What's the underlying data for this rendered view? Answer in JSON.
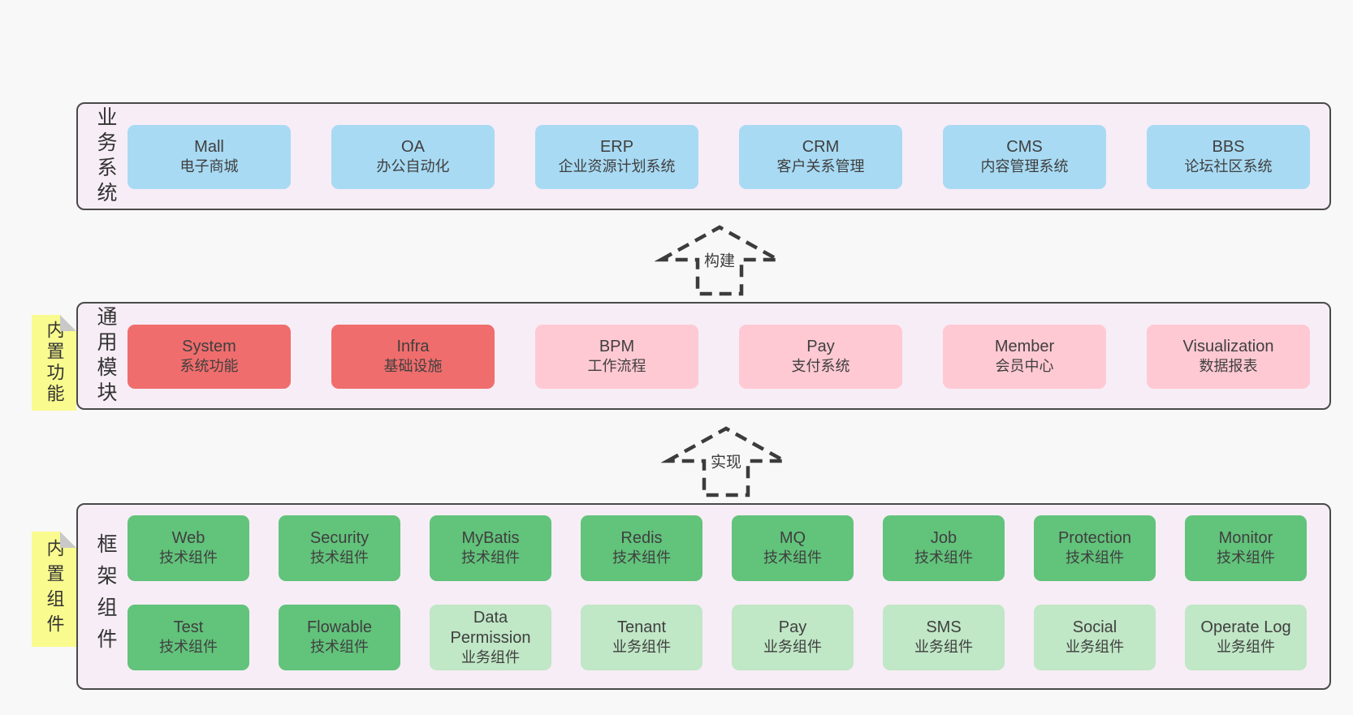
{
  "colors": {
    "page_bg": "#f8f8f8",
    "layer_bg": "#f7edf6",
    "layer_border": "#4a4a4a",
    "blue": "#a8daf3",
    "red": "#f06d6d",
    "pink": "#ffc9d3",
    "green": "#62c37b",
    "green_light": "#c0e7c6",
    "note_bg": "#fafb8f",
    "note_fold": "#c9c9c9"
  },
  "arrows": [
    {
      "label": "构建"
    },
    {
      "label": "实现"
    }
  ],
  "layers": {
    "business": {
      "side_label": "业务系统",
      "boxes": [
        {
          "title": "Mall",
          "subtitle": "电子商城",
          "variant": "blue"
        },
        {
          "title": "OA",
          "subtitle": "办公自动化",
          "variant": "blue"
        },
        {
          "title": "ERP",
          "subtitle": "企业资源计划系统",
          "variant": "blue"
        },
        {
          "title": "CRM",
          "subtitle": "客户关系管理",
          "variant": "blue"
        },
        {
          "title": "CMS",
          "subtitle": "内容管理系统",
          "variant": "blue"
        },
        {
          "title": "BBS",
          "subtitle": "论坛社区系统",
          "variant": "blue"
        }
      ]
    },
    "modules": {
      "side_label": "通用模块",
      "note": "内置功能",
      "boxes": [
        {
          "title": "System",
          "subtitle": "系统功能",
          "variant": "red"
        },
        {
          "title": "Infra",
          "subtitle": "基础设施",
          "variant": "red"
        },
        {
          "title": "BPM",
          "subtitle": "工作流程",
          "variant": "pink"
        },
        {
          "title": "Pay",
          "subtitle": "支付系统",
          "variant": "pink"
        },
        {
          "title": "Member",
          "subtitle": "会员中心",
          "variant": "pink"
        },
        {
          "title": "Visualization",
          "subtitle": "数据报表",
          "variant": "pink"
        }
      ]
    },
    "components": {
      "side_label": "框架组件",
      "note": "内置组件",
      "rows": [
        [
          {
            "title": "Web",
            "subtitle": "技术组件",
            "variant": "green"
          },
          {
            "title": "Security",
            "subtitle": "技术组件",
            "variant": "green"
          },
          {
            "title": "MyBatis",
            "subtitle": "技术组件",
            "variant": "green"
          },
          {
            "title": "Redis",
            "subtitle": "技术组件",
            "variant": "green"
          },
          {
            "title": "MQ",
            "subtitle": "技术组件",
            "variant": "green"
          },
          {
            "title": "Job",
            "subtitle": "技术组件",
            "variant": "green"
          },
          {
            "title": "Protection",
            "subtitle": "技术组件",
            "variant": "green"
          },
          {
            "title": "Monitor",
            "subtitle": "技术组件",
            "variant": "green"
          }
        ],
        [
          {
            "title": "Test",
            "subtitle": "技术组件",
            "variant": "green"
          },
          {
            "title": "Flowable",
            "subtitle": "技术组件",
            "variant": "green"
          },
          {
            "title": "Data Permission",
            "subtitle": "业务组件",
            "variant": "green_light"
          },
          {
            "title": "Tenant",
            "subtitle": "业务组件",
            "variant": "green_light"
          },
          {
            "title": "Pay",
            "subtitle": "业务组件",
            "variant": "green_light"
          },
          {
            "title": "SMS",
            "subtitle": "业务组件",
            "variant": "green_light"
          },
          {
            "title": "Social",
            "subtitle": "业务组件",
            "variant": "green_light"
          },
          {
            "title": "Operate Log",
            "subtitle": "业务组件",
            "variant": "green_light"
          }
        ]
      ]
    }
  }
}
